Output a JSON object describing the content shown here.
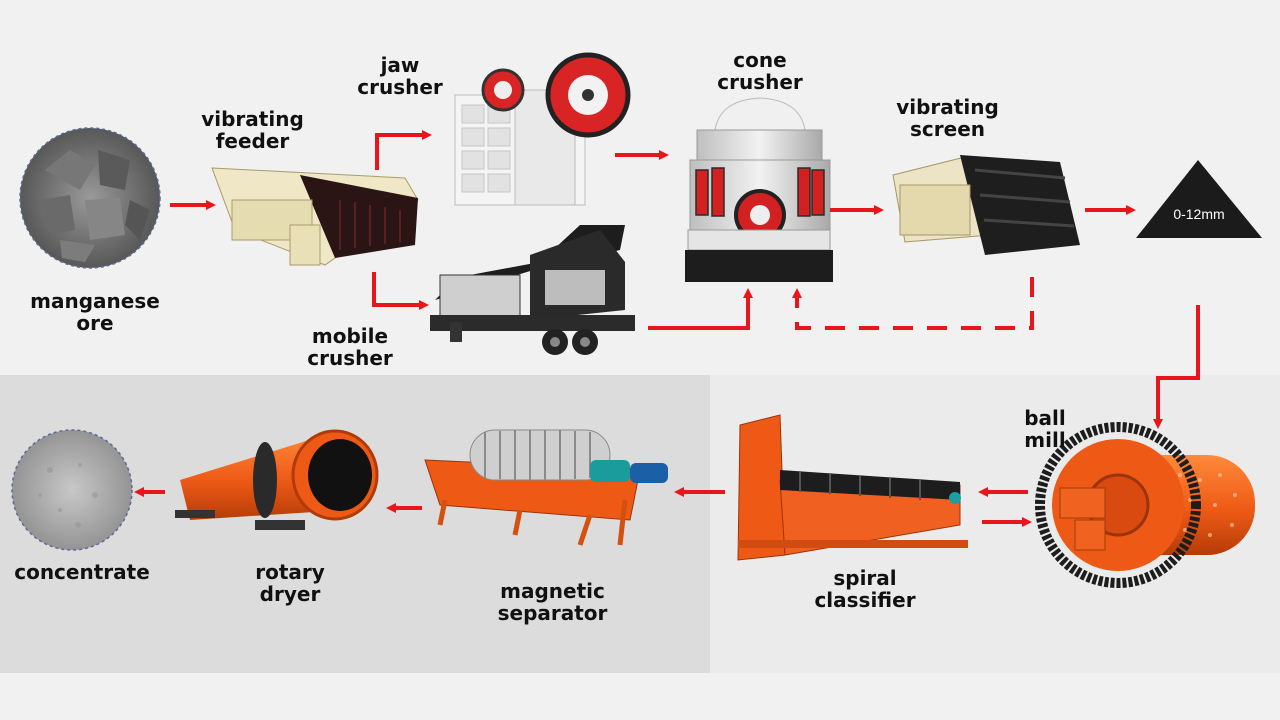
{
  "colors": {
    "arrow": "#e8161b",
    "machine_orange": "#ee5a16",
    "dark": "#1c1c1c",
    "panel_bottom_left": "#dddcdc",
    "panel_bottom_right": "#ececec",
    "panel_top": "#f3f3f3"
  },
  "steps": {
    "manganese_ore": "manganese\nore",
    "vibrating_feeder": "vibrating\nfeeder",
    "jaw_crusher": "jaw\ncrusher",
    "mobile_crusher": "mobile\ncrusher",
    "cone_crusher": "cone\ncrusher",
    "vibrating_screen": "vibrating\nscreen",
    "ball_mill": "ball\nmill",
    "spiral_classifier": "spiral\nclassifier",
    "magnetic_separator": "magnetic\nseparator",
    "rotary_dryer": "rotary\ndryer",
    "concentrate": "concentrate"
  },
  "size_badge": "0-12mm"
}
